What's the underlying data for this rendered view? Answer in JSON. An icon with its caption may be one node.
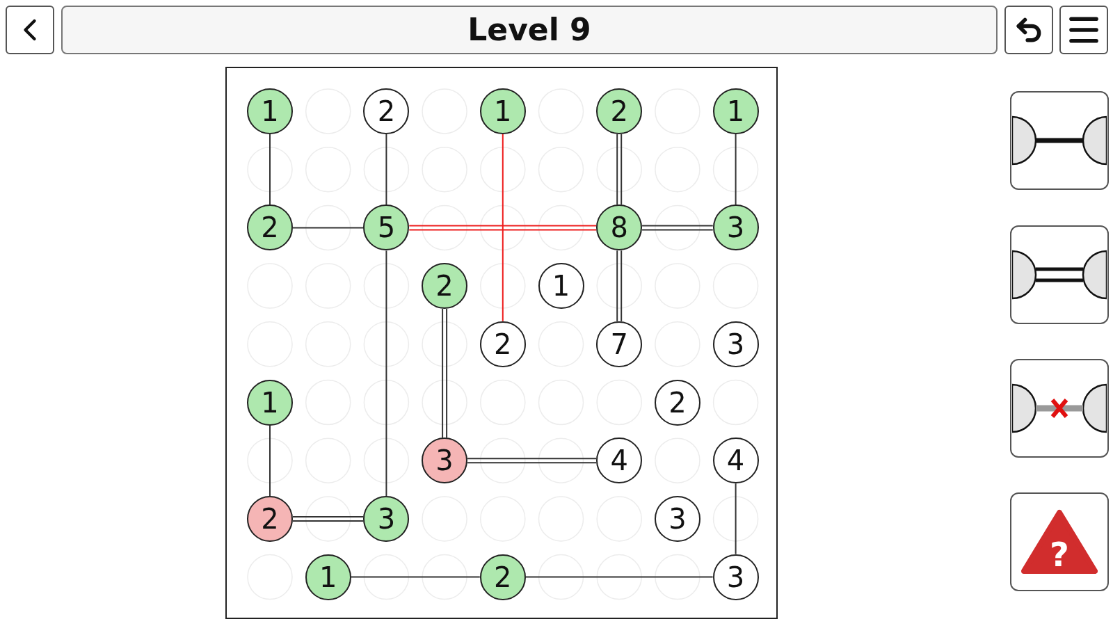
{
  "diagram": {
    "title": "Level 9",
    "nodes": [
      {
        "text": [],
        "shape": "box"
      },
      {
        "text": [
          "1"
        ],
        "in": 0
      },
      {
        "text": [
          "2"
        ],
        "in": 0
      },
      {
        "text": [
          "1"
        ],
        "in": 0
      },
      {
        "text": [
          "2"
        ],
        "in": 0
      },
      {
        "text": [
          "1"
        ],
        "in": 0
      },
      {
        "text": [
          "2"
        ],
        "in": 0
      },
      {
        "text": [
          "5"
        ],
        "in": 0
      },
      {
        "text": [
          "8"
        ],
        "in": 0
      },
      {
        "text": [
          "3"
        ],
        "in": 0
      },
      {
        "text": [
          "2"
        ],
        "in": 0
      },
      {
        "text": [
          "1"
        ],
        "in": 0
      },
      {
        "text": [
          "2"
        ],
        "in": 0
      },
      {
        "text": [
          "7"
        ],
        "in": 0
      },
      {
        "text": [
          "3"
        ],
        "in": 0
      },
      {
        "text": [
          "1"
        ],
        "in": 0
      },
      {
        "text": [
          "2"
        ],
        "in": 0
      },
      {
        "text": [
          "3"
        ],
        "in": 0
      },
      {
        "text": [
          "4"
        ],
        "in": 0
      },
      {
        "text": [
          "4"
        ],
        "in": 0
      },
      {
        "text": [
          "2"
        ],
        "in": 0
      },
      {
        "text": [
          "3"
        ],
        "in": 0
      },
      {
        "text": [
          "3"
        ],
        "in": 0
      },
      {
        "text": [
          "1"
        ],
        "in": 0
      },
      {
        "text": [
          "2"
        ],
        "in": 0
      },
      {
        "text": [
          "3"
        ],
        "in": 0
      }
    ],
    "edges": [
      {
        "from": 1,
        "to": 6,
        "arrow": "none"
      },
      {
        "from": 2,
        "to": 7,
        "arrow": "none"
      },
      {
        "from": 3,
        "to": 12,
        "arrow": "none",
        "color": "#ee1c1c"
      },
      {
        "from": 4,
        "to": 8,
        "arrow": "none"
      },
      {
        "from": 4,
        "to": 8,
        "arrow": "none"
      },
      {
        "from": 5,
        "to": 9,
        "arrow": "none"
      },
      {
        "from": 6,
        "to": 7,
        "arrow": "none"
      },
      {
        "from": 7,
        "to": 8,
        "arrow": "none",
        "color": "#ee1c1c"
      },
      {
        "from": 7,
        "to": 8,
        "arrow": "none",
        "color": "#ee1c1c"
      },
      {
        "from": 8,
        "to": 9,
        "arrow": "none"
      },
      {
        "from": 8,
        "to": 9,
        "arrow": "none"
      },
      {
        "from": 8,
        "to": 13,
        "arrow": "none"
      },
      {
        "from": 8,
        "to": 13,
        "arrow": "none"
      },
      {
        "from": 7,
        "to": 21,
        "arrow": "none"
      },
      {
        "from": 10,
        "to": 17,
        "arrow": "none"
      },
      {
        "from": 10,
        "to": 17,
        "arrow": "none"
      },
      {
        "from": 15,
        "to": 20,
        "arrow": "none"
      },
      {
        "from": 17,
        "to": 18,
        "arrow": "none"
      },
      {
        "from": 17,
        "to": 18,
        "arrow": "none"
      },
      {
        "from": 20,
        "to": 21,
        "arrow": "none"
      },
      {
        "from": 20,
        "to": 21,
        "arrow": "none"
      },
      {
        "from": 19,
        "to": 25,
        "arrow": "none"
      },
      {
        "from": 23,
        "to": 24,
        "arrow": "none"
      },
      {
        "from": 24,
        "to": 25,
        "arrow": "none"
      }
    ],
    "labels": [
      "?"
    ]
  }
}
